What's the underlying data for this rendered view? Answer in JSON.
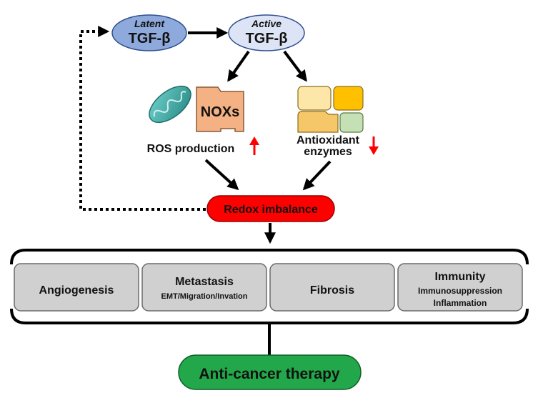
{
  "latent_tgf": {
    "qualifier": "Latent",
    "name": "TGF-β"
  },
  "active_tgf": {
    "qualifier": "Active",
    "name": "TGF-β"
  },
  "noxs": {
    "label": "NOXs"
  },
  "ros": {
    "label": "ROS production",
    "trend": "up"
  },
  "antioxidant": {
    "line1": "Antioxidant",
    "line2": "enzymes",
    "trend": "down"
  },
  "redox": {
    "label": "Redox imbalance"
  },
  "outcomes": {
    "angiogenesis": {
      "title": "Angiogenesis"
    },
    "metastasis": {
      "title": "Metastasis",
      "sub1": "EMT/Migration/Invation"
    },
    "fibrosis": {
      "title": "Fibrosis"
    },
    "immunity": {
      "title": "Immunity",
      "sub1": "Immunosuppression",
      "sub2": "Inflammation"
    }
  },
  "therapy": {
    "label": "Anti-cancer therapy"
  },
  "icons": [
    "mitochondrion-icon",
    "nox-complex-icon",
    "antioxidant-enzymes-icon",
    "up-arrow-icon",
    "down-arrow-icon"
  ],
  "colors": {
    "latent_fill": "#8ea9db",
    "active_fill": "#dde4f5",
    "nox_fill": "#f4b183",
    "redox_fill": "#ff0000",
    "outcome_fill": "#d0d0d0",
    "therapy_fill": "#22a84a",
    "trend_arrow": "#ff0000",
    "mito_fill": "#3fa7a3"
  }
}
